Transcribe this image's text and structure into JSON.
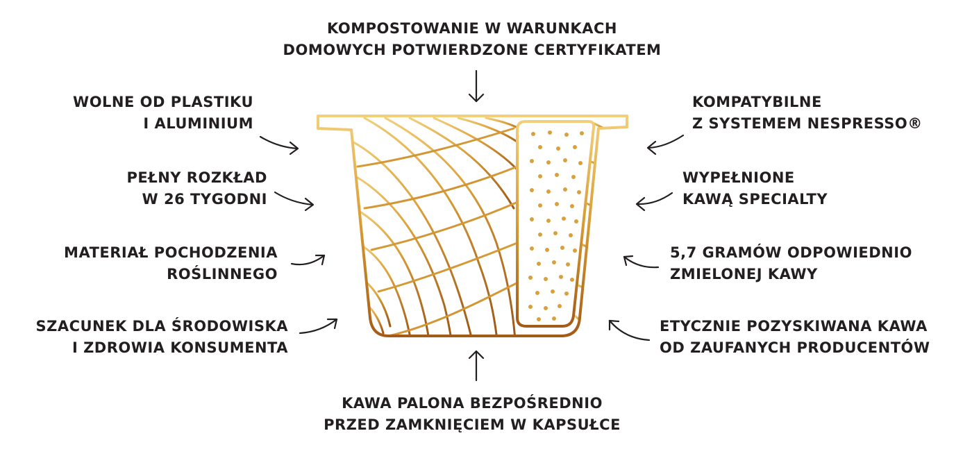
{
  "labels": {
    "top": [
      "KOMPOSTOWANIE W WARUNKACH",
      "DOMOWYCH POTWIERDZONE CERTYFIKATEM"
    ],
    "left": [
      [
        "WOLNE OD PLASTIKU",
        "I ALUMINIUM"
      ],
      [
        "PEŁNY ROZKŁAD",
        "W 26 TYGODNI"
      ],
      [
        "MATERIAŁ POCHODZENIA",
        "ROŚLINNEGO"
      ],
      [
        "SZACUNEK DLA ŚRODOWISKA",
        "I ZDROWIA KONSUMENTA"
      ]
    ],
    "right": [
      [
        "KOMPATYBILNE",
        "Z SYSTEMEM NESPRESSO®"
      ],
      [
        "WYPEŁNIONE",
        "KAWĄ SPECIALTY"
      ],
      [
        "5,7 GRAMÓW ODPOWIEDNIO",
        "ZMIELONEJ KAWY"
      ],
      [
        "ETYCZNIE POZYSKIWANA KAWA",
        "OD ZAUFANYCH PRODUCENTÓW"
      ]
    ],
    "bottom": [
      "KAWA PALONA BEZPOŚREDNIO",
      "PRZED ZAMKNIĘCIEM W KAPSUŁCE"
    ]
  },
  "colors": {
    "text": "#231f20",
    "gold_light": "#f2cf7a",
    "gold_mid": "#d79b32",
    "gold_dark": "#a35c18"
  },
  "icons": [
    "capsule-illustration",
    "arrow-icon"
  ]
}
